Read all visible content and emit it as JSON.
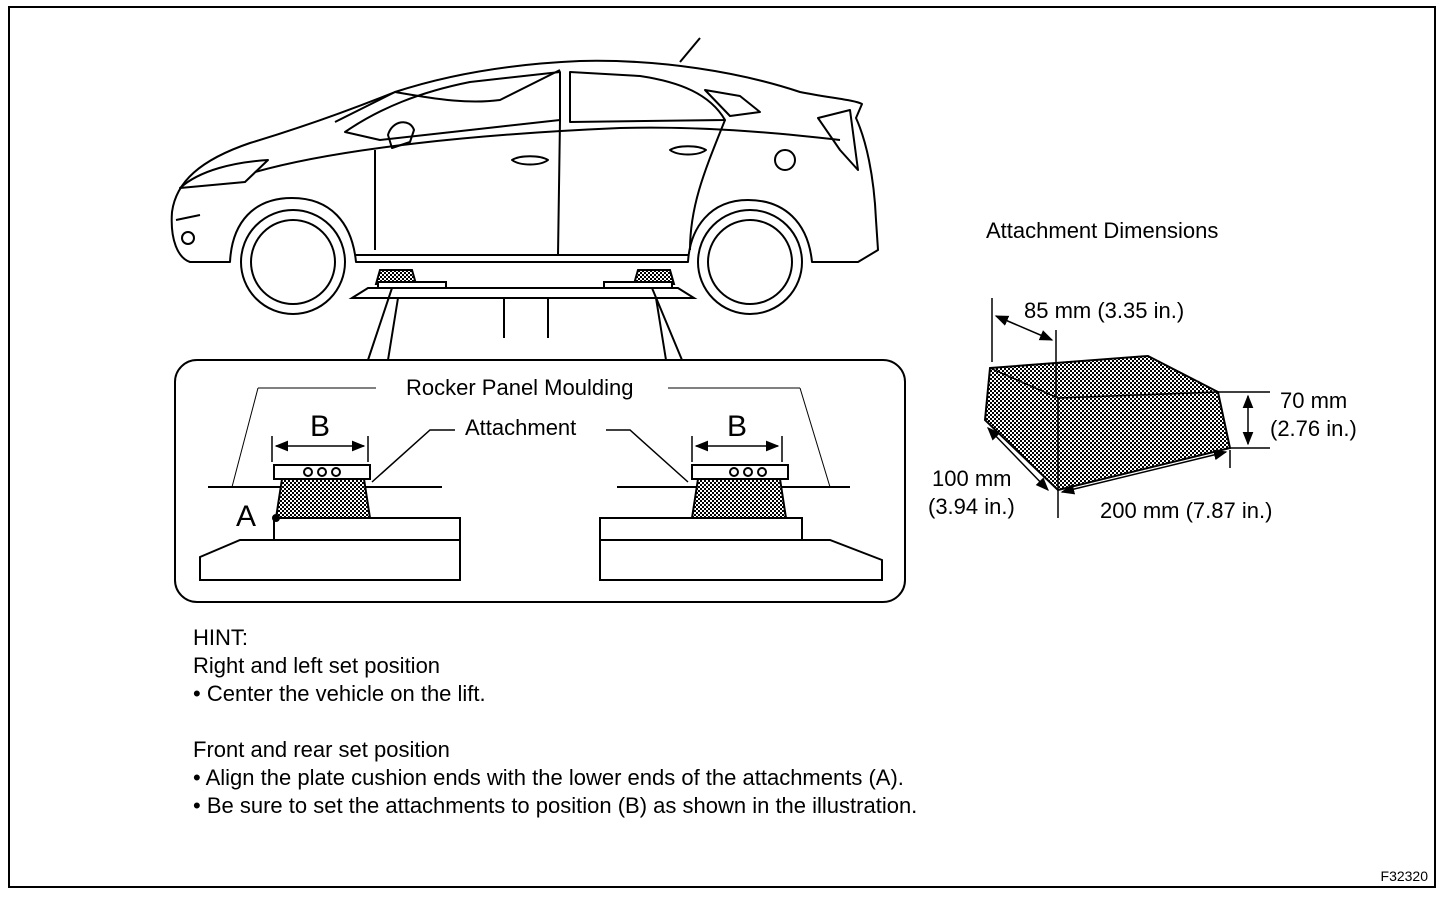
{
  "dimensions": {
    "title": "Attachment Dimensions",
    "length_top": "85 mm (3.35 in.)",
    "height_mm": "70 mm",
    "height_in": "(2.76 in.)",
    "depth_mm": "100 mm",
    "depth_in": "(3.94 in.)",
    "width": "200 mm (7.87 in.)"
  },
  "detail": {
    "title": "Rocker Panel Moulding",
    "attachment_label": "Attachment",
    "label_b_left": "B",
    "label_b_right": "B",
    "label_a": "A"
  },
  "hint": {
    "heading": "HINT:",
    "section1_title": "Right and left set position",
    "section1_items": [
      "• Center the vehicle on the lift."
    ],
    "section2_title": "Front and rear set position",
    "section2_items": [
      "• Align the plate cushion ends with the lower ends of the attachments (A).",
      "• Be sure to set the attachments to position (B) as shown in the illustration."
    ]
  },
  "figure_id": "F32320"
}
